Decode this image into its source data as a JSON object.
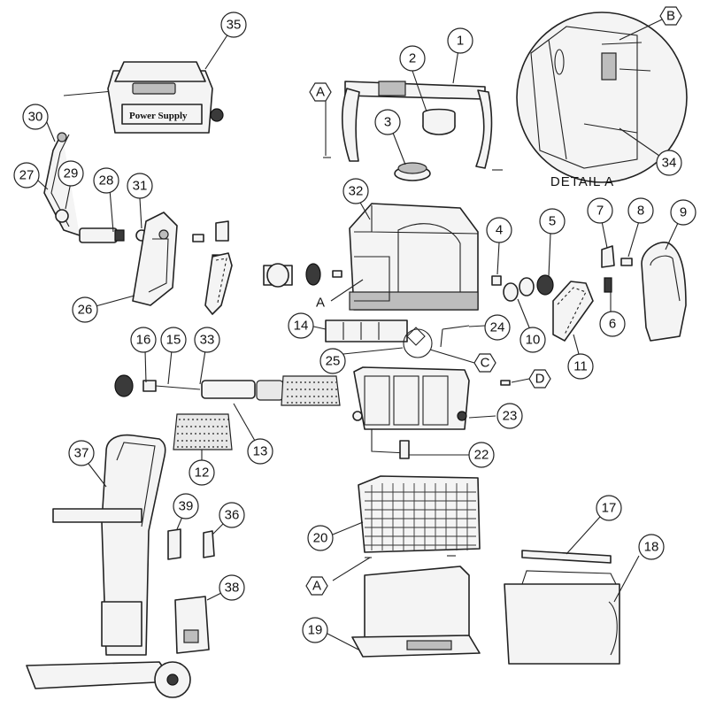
{
  "callouts": {
    "c1": "1",
    "c2": "2",
    "c3": "3",
    "c4": "4",
    "c5": "5",
    "c6": "6",
    "c7": "7",
    "c8": "8",
    "c9": "9",
    "c10": "10",
    "c11": "11",
    "c12": "12",
    "c13": "13",
    "c14": "14",
    "c15": "15",
    "c16": "16",
    "c17": "17",
    "c18": "18",
    "c19": "19",
    "c20": "20",
    "c22": "22",
    "c23": "23",
    "c24": "24",
    "c25": "25",
    "c26": "26",
    "c27": "27",
    "c28": "28",
    "c29": "29",
    "c30": "30",
    "c31": "31",
    "c32": "32",
    "c33": "33",
    "c34": "34",
    "c35": "35",
    "c36": "36",
    "c37": "37",
    "c38": "38",
    "c39": "39"
  },
  "letters": {
    "a_top": "A",
    "a_body": "A",
    "a_basket": "A",
    "b": "B",
    "c": "C",
    "d": "D"
  },
  "detail_title": "DETAIL A",
  "power_supply_label": "Power Supply"
}
